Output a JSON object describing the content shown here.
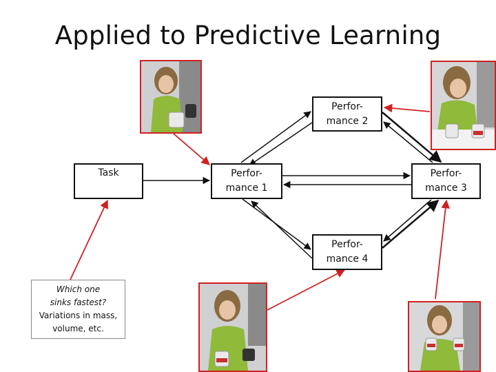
{
  "title": "Applied to Predictive Learning",
  "boxes": {
    "task": "Task",
    "perf1": [
      "Perfor-",
      "mance 1"
    ],
    "perf2": [
      "Perfor-",
      "mance 2"
    ],
    "perf3": [
      "Perfor-",
      "mance 3"
    ],
    "perf4": [
      "Perfor-",
      "mance 4"
    ]
  },
  "note": {
    "question_line1": "Which one",
    "question_line2": "sinks fastest?",
    "line3": "Variations in mass,",
    "line4": "volume, etc."
  },
  "colors": {
    "arrow_black": "#111111",
    "arrow_red": "#d02020",
    "photo_border": "#d02020"
  }
}
